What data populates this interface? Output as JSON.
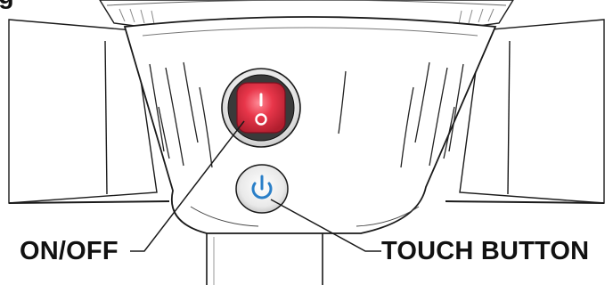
{
  "heading": {
    "text": "g"
  },
  "callouts": {
    "on_off": "ON/OFF",
    "touch_button": "TOUCH BUTTON"
  },
  "rocker_switch": {
    "on_symbol": "I",
    "off_symbol": "O",
    "color": "#e8364a"
  },
  "touch_button": {
    "icon": "power-icon",
    "color": "#2a7fc8"
  },
  "colors": {
    "outline": "#1a1a1a",
    "housing": "#ffffff"
  }
}
